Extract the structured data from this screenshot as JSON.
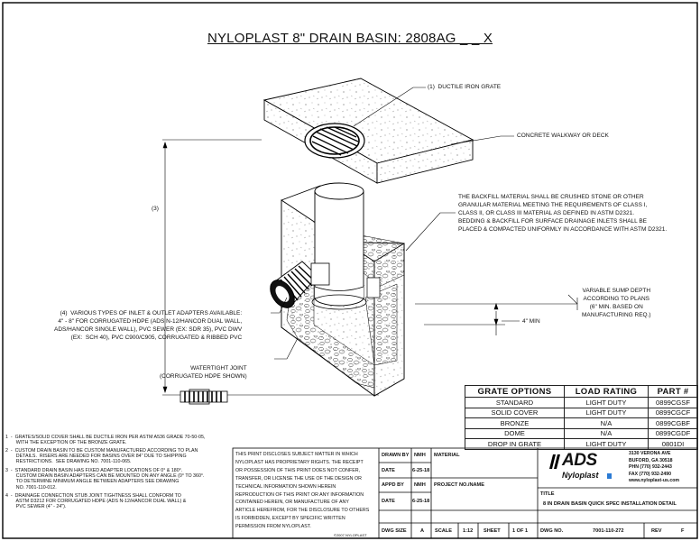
{
  "title": "NYLOPLAST 8\" DRAIN BASIN:  2808AG _ _ X",
  "callouts": {
    "grate": "(1)  DUCTILE IRON GRATE",
    "concrete": "CONCRETE WALKWAY OR DECK",
    "backfill": "THE BACKFILL MATERIAL SHALL BE CRUSHED STONE OR OTHER\nGRANULAR MATERIAL MEETING THE REQUIREMENTS OF CLASS I,\nCLASS II, OR CLASS III MATERIAL AS DEFINED IN ASTM D2321.\nBEDDING & BACKFILL FOR SURFACE DRAINAGE INLETS SHALL BE\nPLACED & COMPACTED UNIFORMLY IN ACCORDANCE WITH ASTM D2321.",
    "dim3": "(3)",
    "sump": "VARIABLE SUMP DEPTH\nACCORDING TO PLANS\n(6\" MIN. BASED ON\nMANUFACTURING REQ.)",
    "min4": "4\" MIN",
    "adapters": "(4)  VARIOUS TYPES OF INLET & OUTLET ADAPTERS AVAILABLE:\n4\" - 8\" FOR CORRUGATED HDPE (ADS N-12/HANCOR DUAL WALL,\nADS/HANCOR SINGLE WALL), PVC SEWER (EX: SDR 35), PVC DWV\n(EX:  SCH 40), PVC C900/C905, CORRUGATED & RIBBED PVC",
    "joint": "WATERTIGHT JOINT\n(CORRUGATED HDPE SHOWN)"
  },
  "notes": [
    "1  -  GRATES/SOLID COVER SHALL BE DUCTILE IRON PER ASTM A536 GRADE 70-50-05,\n        WITH THE EXCEPTION OF THE BRONZE GRATE.",
    "2  -  CUSTOM DRAIN BASIN TO BE CUSTOM MANUFACTURED ACCORDING TO PLAN\n        DETAILS.  RISERS ARE NEEDED FOR BASINS OVER 84\" DUE TO SHIPPING\n        RESTRICTIONS.  SEE DRAWING NO. 7001-110-065.",
    "3  -  STANDARD DRAIN BASIN HAS FIXED ADAPTER LOCATIONS OF 0° & 180°.\n        CUSTOM DRAIN BASIN ADAPTERS CAN BE MOUNTED ON ANY ANGLE (0° TO 360°.\n        TO DETERMINE MINIMUM ANGLE BETWEEN ADAPTERS SEE DRAWING\n        NO. 7001-110-012.",
    "4  -  DRAINAGE CONNECTION STUB JOINT TIGHTNESS SHALL CONFORM TO\n        ASTM D3212 FOR CORRUGATED HDPE (ADS N-12/HANCOR DUAL WALL) &\n        PVC SEWER (4\" - 24\")."
  ],
  "grate_table": {
    "headers": [
      "GRATE OPTIONS",
      "LOAD RATING",
      "PART #"
    ],
    "rows": [
      [
        "STANDARD",
        "LIGHT DUTY",
        "0899CGSF"
      ],
      [
        "SOLID COVER",
        "LIGHT DUTY",
        "0899CGCF"
      ],
      [
        "BRONZE",
        "N/A",
        "0899CGBF"
      ],
      [
        "DOME",
        "N/A",
        "0899CGDF"
      ],
      [
        "DROP IN GRATE",
        "LIGHT DUTY",
        "0801DI"
      ]
    ]
  },
  "title_block": {
    "disclaimer": "THIS PRINT DISCLOSES SUBJECT MATTER IN WHICH\nNYLOPLAST HAS PROPRIETARY RIGHTS. THE RECEIPT\nOR POSSESSION OF THIS PRINT DOES NOT CONFER,\nTRANSFER, OR LICENSE THE USE OF THE DESIGN OR\nTECHNICAL INFORMATION SHOWN HEREIN\nREPRODUCTION OF THIS PRINT OR ANY INFORMATION\nCONTAINED HEREIN, OR MANUFACTURE OF ANY\nARTICLE HEREFROM, FOR THE DISCLOSURE TO OTHERS\nIS FORBIDDEN, EXCEPT BY SPECIFIC WRITTEN\nPERMISSION FROM NYLOPLAST.",
    "copyright": "©2007 NYLOPLAST",
    "drawn_by_label": "DRAWN BY",
    "drawn_by": "NMH",
    "material_label": "MATERIAL",
    "date_label": "DATE",
    "date1": "6-25-18",
    "appd_by_label": "APPD BY",
    "appd_by": "NMH",
    "project_label": "PROJECT NO./NAME",
    "date2": "6-25-18",
    "dwg_size_label": "DWG SIZE",
    "dwg_size": "A",
    "scale_label": "SCALE",
    "scale": "1:12",
    "sheet_label": "SHEET",
    "sheet": "1 OF 1",
    "dwg_no_label": "DWG NO.",
    "dwg_no": "7001-110-272",
    "rev_label": "REV",
    "rev": "F",
    "title_label": "TITLE",
    "title_value": "8 IN DRAIN BASIN QUICK SPEC INSTALLATION DETAIL",
    "logo_ads": "ADS",
    "logo_nyloplast": "Nyloplast",
    "address": "3130 VERONA AVE\nBUFORD, GA 30518\nPHN (770) 932-2443\nFAX (770) 932-2490\nwww.nyloplast-us.com"
  }
}
